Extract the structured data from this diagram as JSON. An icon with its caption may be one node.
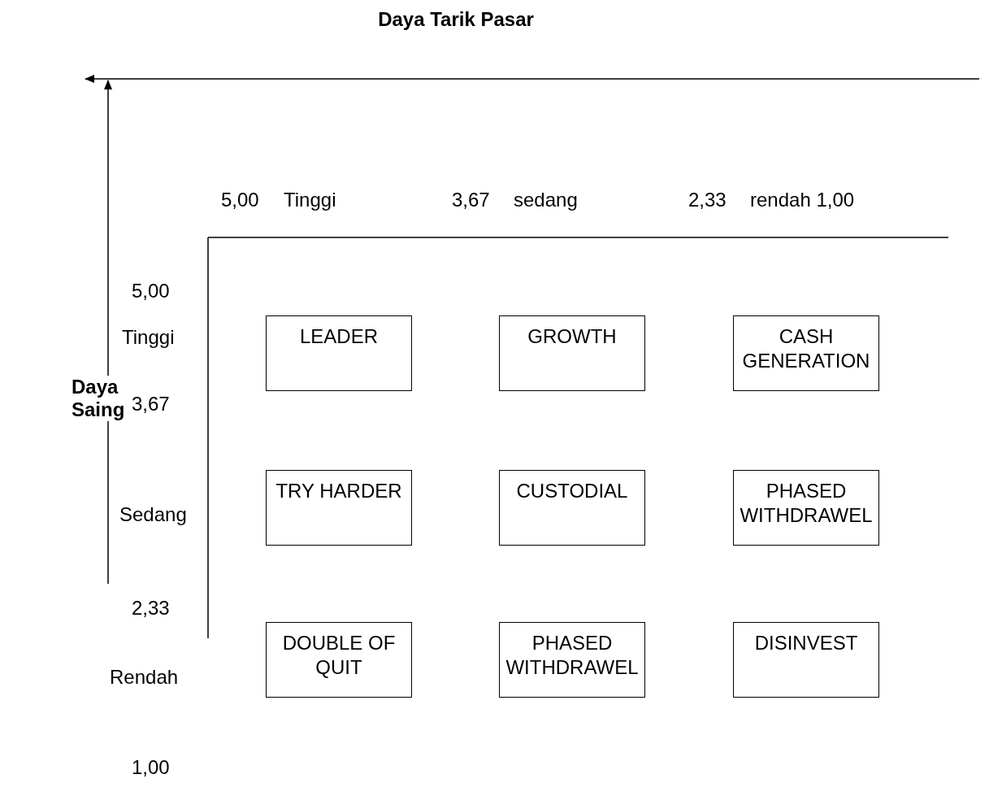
{
  "diagram": {
    "nodes": [
      {
        "text": [
          "LEADER"
        ]
      },
      {
        "text": [
          "GROWTH"
        ]
      },
      {
        "text": [
          "CASH GENERATION"
        ]
      },
      {
        "text": [
          "TRY HARDER"
        ]
      },
      {
        "text": [
          "CUSTODIAL"
        ]
      },
      {
        "text": [
          "PHASED WITHDRAWEL"
        ]
      },
      {
        "text": [
          "DOUBLE OF QUIT"
        ]
      },
      {
        "text": [
          "PHASED WITHDRAWEL"
        ]
      },
      {
        "text": [
          "DISINVEST"
        ]
      }
    ],
    "edges": [],
    "labels": [
      "Daya Tarik Pasar",
      "5,00",
      "Tinggi",
      "3,67",
      "sedang",
      "2,33",
      "rendah 1,00",
      "5,00",
      "Tinggi",
      "Daya Saing",
      "3,67",
      "Sedang",
      "2,33",
      "Rendah",
      "1,00"
    ]
  }
}
